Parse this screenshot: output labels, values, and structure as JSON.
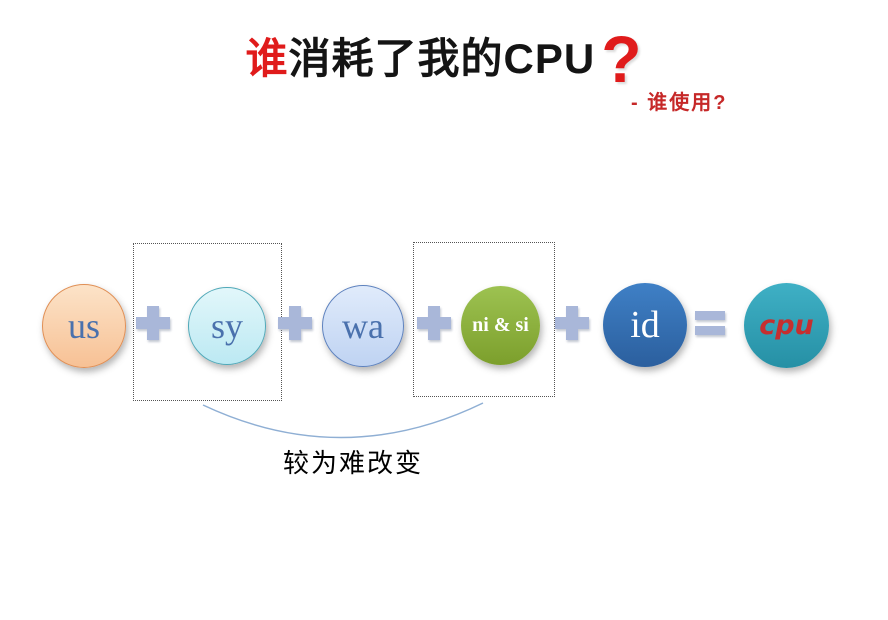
{
  "title": {
    "highlight": "谁",
    "text": "消耗了我的CPU",
    "question_mark": "?",
    "highlight_color": "#E01B1B",
    "text_color": "#141414"
  },
  "subtitle": {
    "text": "- 谁使用?",
    "color": "#C62828"
  },
  "equation": {
    "terms": [
      {
        "label": "us",
        "fill": "#F8C99F",
        "border": "#E08F55",
        "text_color": "#4A71AD",
        "boxed": false
      },
      {
        "label": "sy",
        "fill": "#CDEFF6",
        "border": "#4FA8B8",
        "text_color": "#4A71AD",
        "boxed": true
      },
      {
        "label": "wa",
        "fill": "#CFE0F7",
        "border": "#5E82BE",
        "text_color": "#4A71AD",
        "boxed": false
      },
      {
        "label": "ni & si",
        "fill": "#8DB13F",
        "border": "none",
        "text_color": "#FFFFFF",
        "boxed": true
      },
      {
        "label": "id",
        "fill": "#356FB3",
        "border": "none",
        "text_color": "#FFFFFF",
        "boxed": false
      },
      {
        "label": "cpu",
        "fill": "#32A2B8",
        "border": "none",
        "text_color": "#C52F2F",
        "boxed": false
      }
    ],
    "plus_symbol": "+",
    "equals_symbol": "=",
    "operator_color": "#A9B7D9"
  },
  "annotation": {
    "text": "较为难改变",
    "applies_to": [
      "sy",
      "ni & si"
    ],
    "arc_color": "#8FAFD4"
  }
}
